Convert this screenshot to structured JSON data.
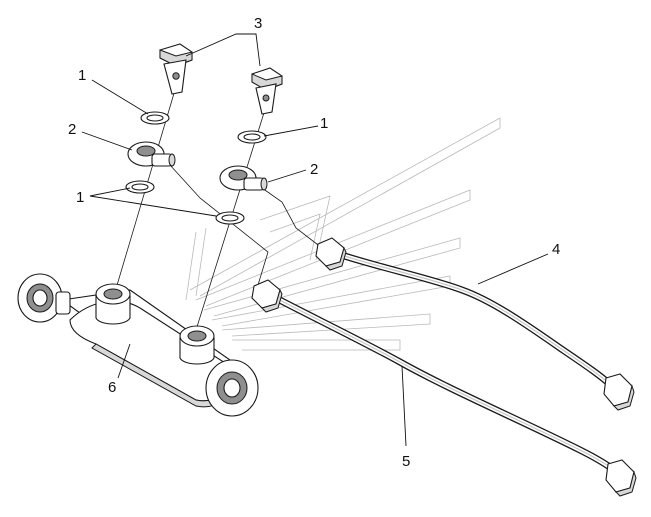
{
  "diagram": {
    "callouts": [
      {
        "id": "c3",
        "text": "3"
      },
      {
        "id": "c1a",
        "text": "1"
      },
      {
        "id": "c1b",
        "text": "1"
      },
      {
        "id": "c2a",
        "text": "2"
      },
      {
        "id": "c2b",
        "text": "2"
      },
      {
        "id": "c1c",
        "text": "1"
      },
      {
        "id": "c4",
        "text": "4"
      },
      {
        "id": "c6",
        "text": "6"
      },
      {
        "id": "c5",
        "text": "5"
      }
    ],
    "colors": {
      "line": "#1a1a1a",
      "watermark": "#b9b9b9",
      "background": "#ffffff"
    }
  }
}
